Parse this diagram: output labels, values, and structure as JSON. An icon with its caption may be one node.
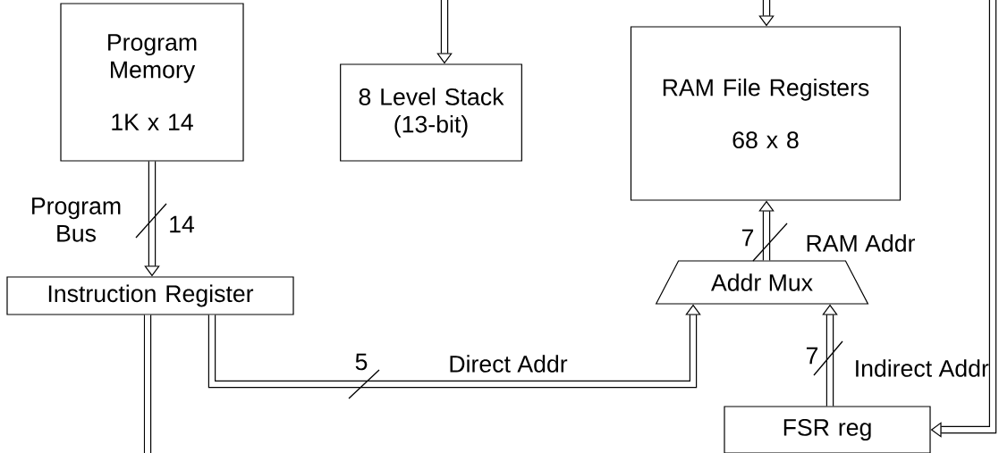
{
  "diagram": {
    "nodes": [
      {
        "text": [
          "Program Memory",
          "1K x 14"
        ]
      },
      {
        "text": [
          "8 Level Stack (13-bit)"
        ]
      },
      {
        "text": [
          "RAM File Registers",
          "68 x 8"
        ]
      },
      {
        "text": [
          "Instruction Register"
        ]
      },
      {
        "text": [
          "Addr Mux"
        ]
      },
      {
        "text": [
          "FSR reg"
        ]
      }
    ],
    "edges": [
      {
        "from": 0,
        "to": 3,
        "arrow": "to",
        "label": "Program Bus"
      },
      {
        "from": null,
        "to": 1,
        "arrow": "to"
      },
      {
        "from": null,
        "to": 2,
        "arrow": "to"
      },
      {
        "from": 4,
        "to": 2,
        "arrow": "to",
        "label": "RAM Addr"
      },
      {
        "from": 3,
        "to": 4,
        "arrow": "to",
        "label": "Direct Addr"
      },
      {
        "from": 5,
        "to": 4,
        "arrow": "to",
        "label": "Indirect Addr"
      },
      {
        "from": null,
        "to": 5,
        "arrow": "to"
      },
      {
        "from": 3,
        "to": null,
        "arrow": "none"
      }
    ],
    "labels": [
      "14",
      "7",
      "5",
      "7"
    ]
  }
}
